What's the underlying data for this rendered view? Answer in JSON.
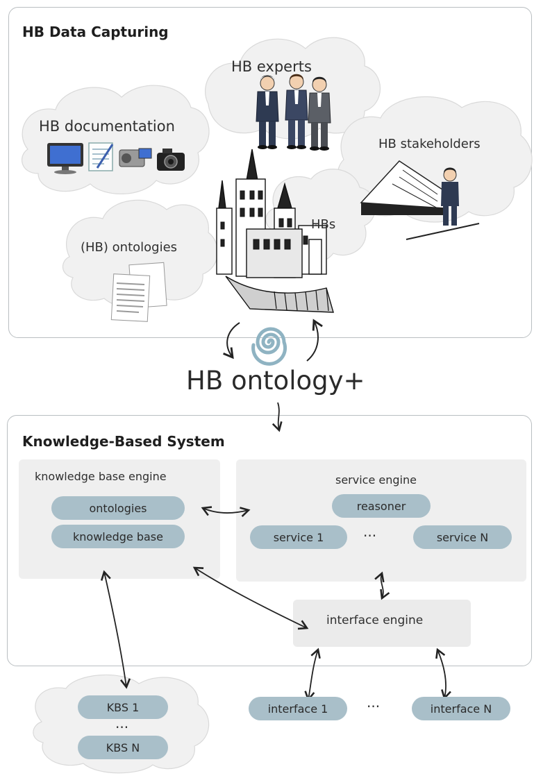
{
  "capturing": {
    "title": "HB Data Capturing",
    "experts": "HB experts",
    "documentation": "HB documentation",
    "stakeholders": "HB stakeholders",
    "ontologies": "(HB) ontologies",
    "hbs": "HBs"
  },
  "ontology_label": "HB ontology+",
  "kbs": {
    "title": "Knowledge-Based System",
    "kb_engine": {
      "title": "knowledge base engine",
      "items": [
        "ontologies",
        "knowledge base"
      ]
    },
    "service_engine": {
      "title": "service engine",
      "reasoner": "reasoner",
      "service_first": "service 1",
      "ellipsis": "···",
      "service_last": "service N"
    },
    "interface_engine": "interface engine"
  },
  "interfaces": {
    "first": "interface 1",
    "ellipsis": "···",
    "last": "interface N"
  },
  "external_kbs": {
    "first": "KBS 1",
    "ellipsis": "···",
    "last": "KBS N"
  },
  "colors": {
    "pill": "#a9bfc9",
    "engine_box": "#efefef",
    "cloud": "#f1f1f1",
    "spiral": "#8fb3c2"
  }
}
